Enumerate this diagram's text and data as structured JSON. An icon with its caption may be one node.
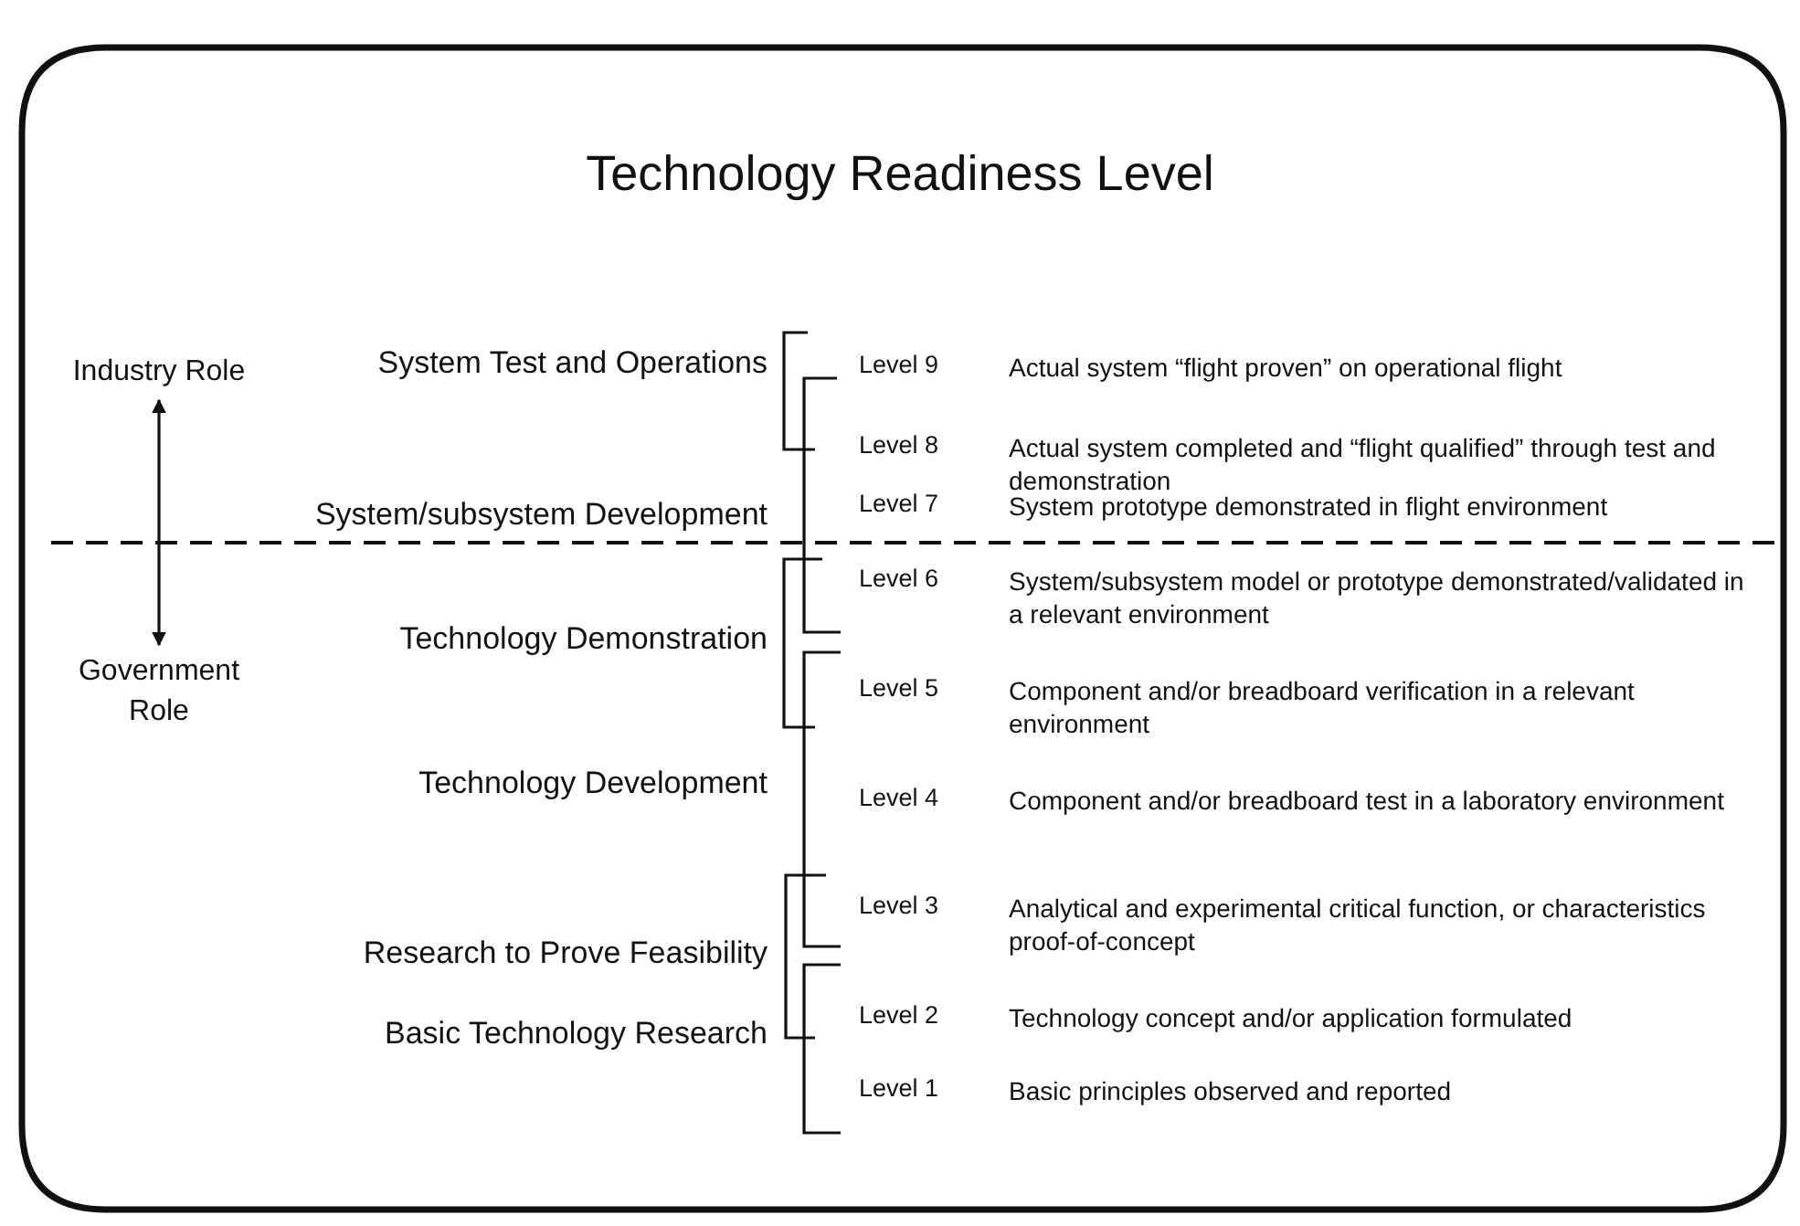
{
  "diagram": {
    "title": "Technology Readiness Level",
    "nodes": [
      {
        "text": [
          "Industry Role"
        ]
      },
      {
        "text": [
          "Government Role"
        ]
      }
    ],
    "edges": [
      {
        "from": 0,
        "to": 1,
        "arrow": "both"
      }
    ],
    "labels": [
      "System Test and Operations",
      "Level 9",
      "Actual system “flight proven” on operational flight",
      "Level 8",
      "Actual system completed and “flight qualified” through test and demonstration",
      "System/subsystem Development",
      "Level 7",
      "System prototype demonstrated in flight environment",
      "Level 6",
      "System/subsystem model or prototype demonstrated/validated in a relevant environment",
      "Technology Demonstration",
      "Level 5",
      "Component and/or breadboard verification in a relevant environment",
      "Technology Development",
      "Level 4",
      "Component and/or breadboard test in a laboratory environment",
      "Level 3",
      "Analytical and experimental critical function, or characteristics proof-of-concept",
      "Research to Prove Feasibility",
      "Level 2",
      "Technology concept and/or application formulated",
      "Basic Technology Research",
      "Level 1",
      "Basic principles observed and reported"
    ]
  }
}
